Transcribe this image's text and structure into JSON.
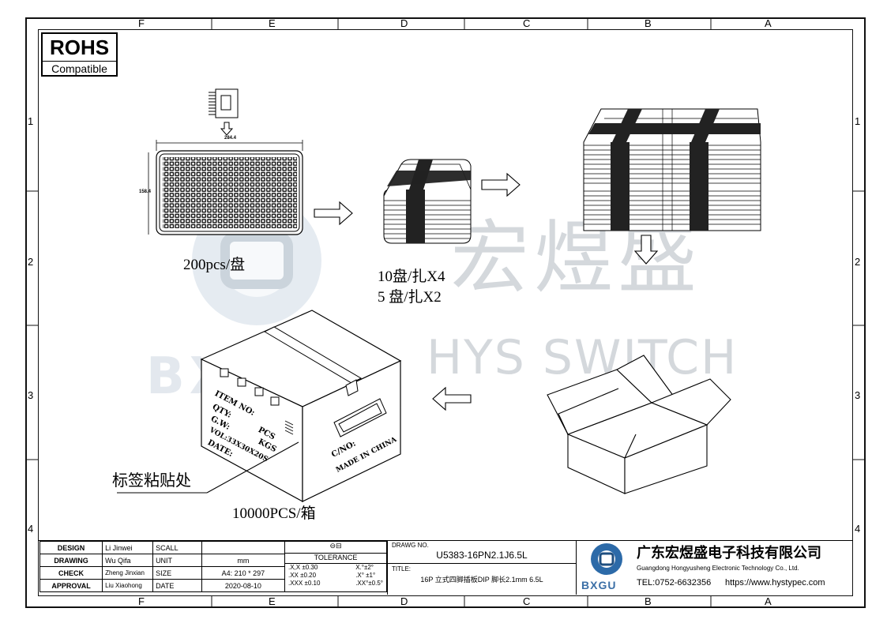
{
  "zones": {
    "columns": [
      "F",
      "E",
      "D",
      "C",
      "B",
      "A"
    ],
    "rows": [
      "1",
      "2",
      "3",
      "4"
    ]
  },
  "rohs": {
    "title": "ROHS",
    "subtitle": "Compatible"
  },
  "tray": {
    "width_dim": "284.4",
    "height_dim": "158.4"
  },
  "labels": {
    "tray_qty": "200pcs/盘",
    "bundle_line1": "10盘/扎X4",
    "bundle_line2": "5 盘/扎X2",
    "box_qty": "10000PCS/箱",
    "label_position": "标签粘贴处"
  },
  "box_marks": {
    "item_no": "ITEM NO:",
    "qty": "QTY:",
    "gw": "G.W:",
    "vol": "VOL:33X30X20S",
    "date": "DATE:",
    "pcs": "PCS",
    "kgs": "KGS",
    "cno": "C/NO:",
    "made_in": "MADE IN CHINA"
  },
  "watermark": {
    "brand_cn": "宏煜盛",
    "brand_en": "HYS SWITCH",
    "logo_text": "BXGU"
  },
  "title_block": {
    "design_label": "DESIGN",
    "design_name": "Li Jinwei",
    "drawing_label": "DRAWING",
    "drawing_name": "Wu Qifa",
    "check_label": "CHECK",
    "check_name": "Zheng Jinxian",
    "approval_label": "APPROVAL",
    "approval_name": "Liu Xiaohong",
    "scall_label": "SCALL",
    "scall_value": "",
    "unit_label": "UNIT",
    "unit_value": "mm",
    "size_label": "SIZE",
    "size_value": "A4: 210 * 297",
    "date_label": "DATE",
    "date_value": "2020-08-10",
    "tolerance_label": "TOLERANCE",
    "tol_x1": ".X,X  ±0.30",
    "tol_x2": ".XX  ±0.20",
    "tol_x3": ".XXX  ±0.10",
    "tol_a1": "X.°±2°",
    "tol_a2": ".X° ±1°",
    "tol_a3": ".XX°±0.5°",
    "drawing_no_label": "DRAWG NO.",
    "drawing_no": "U5383-16PN2.1J6.5L",
    "title_label": "TITLE:",
    "title_value": "16P 立式四脚插板DIP 脚长2.1mm 6.5L",
    "company_cn": "广东宏煜盛电子科技有限公司",
    "company_en": "Guangdong Hongyusheng Electronic Technology Co., Ltd.",
    "tel": "TEL:0752-6632356",
    "website": "https://www.hystypec.com",
    "logo_text": "BXGU"
  }
}
